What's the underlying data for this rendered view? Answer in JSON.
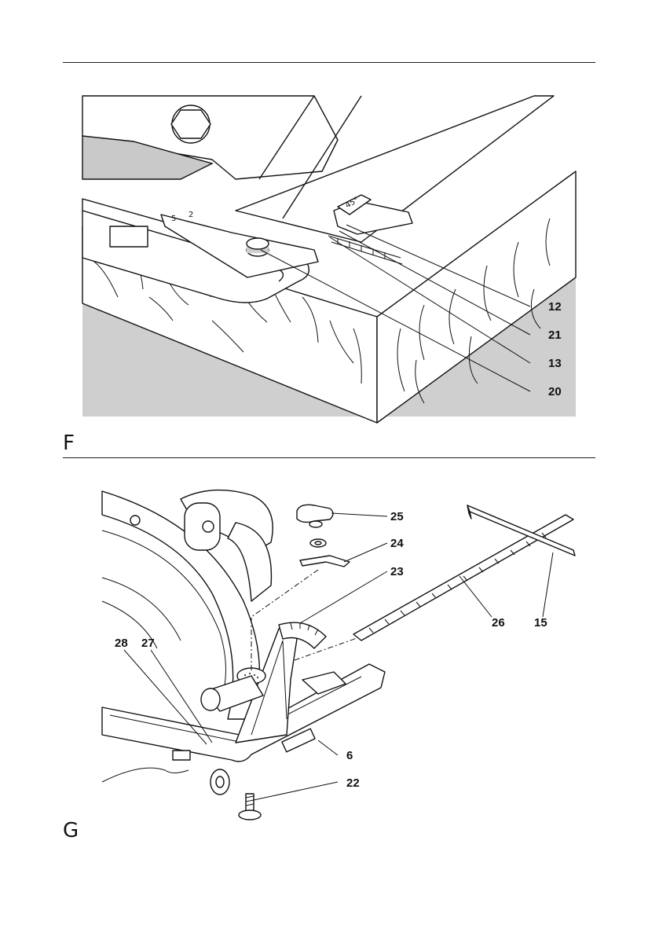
{
  "figures": [
    {
      "letter": "F",
      "callouts": [
        "12",
        "21",
        "13",
        "20"
      ],
      "scale_marks": [
        "45°",
        "2",
        "5",
        "5"
      ]
    },
    {
      "letter": "G",
      "callouts": [
        "25",
        "24",
        "23",
        "26",
        "15",
        "28",
        "27",
        "6",
        "22"
      ]
    }
  ]
}
